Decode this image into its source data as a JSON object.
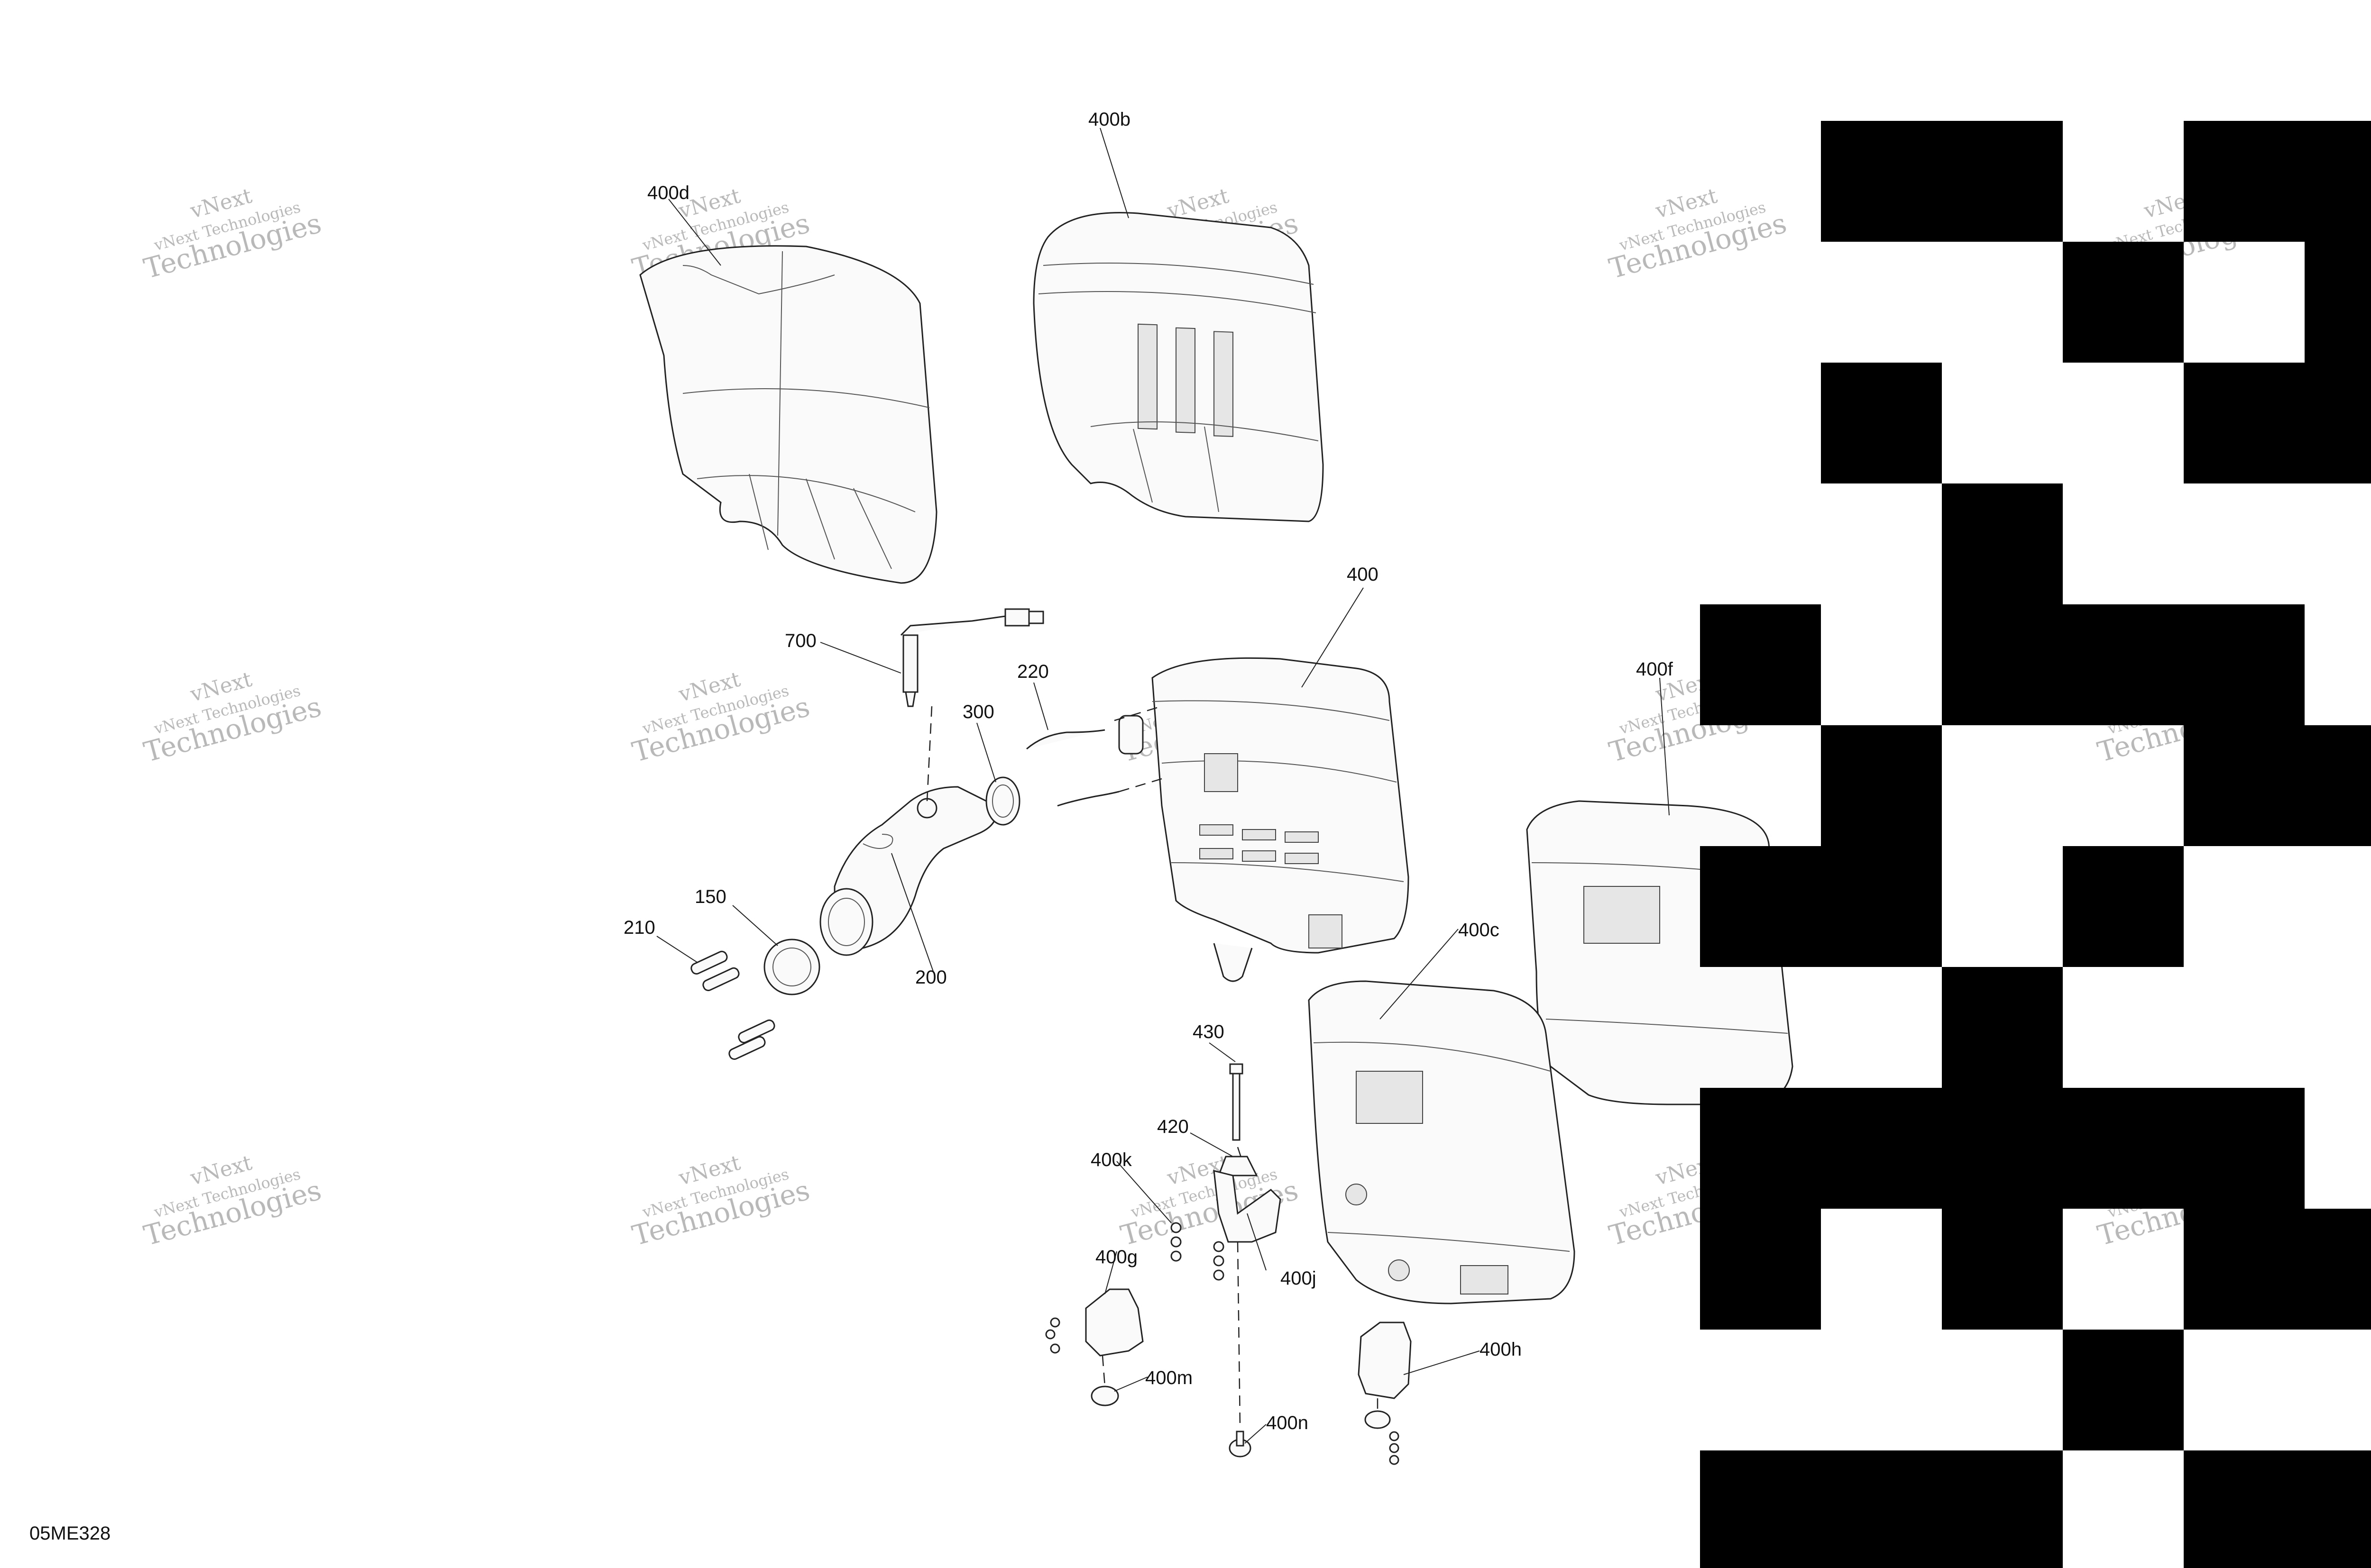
{
  "figure_id": "05ME328",
  "watermark": {
    "line1": "vNext",
    "line2": "vNext Technologies",
    "line3": "Technologies"
  },
  "callouts": [
    {
      "id": "400b",
      "label": "400b"
    },
    {
      "id": "400d",
      "label": "400d"
    },
    {
      "id": "400",
      "label": "400"
    },
    {
      "id": "700",
      "label": "700"
    },
    {
      "id": "220",
      "label": "220"
    },
    {
      "id": "300",
      "label": "300"
    },
    {
      "id": "400f",
      "label": "400f"
    },
    {
      "id": "150",
      "label": "150"
    },
    {
      "id": "210",
      "label": "210"
    },
    {
      "id": "200",
      "label": "200"
    },
    {
      "id": "400c",
      "label": "400c"
    },
    {
      "id": "430",
      "label": "430"
    },
    {
      "id": "420",
      "label": "420"
    },
    {
      "id": "400k",
      "label": "400k"
    },
    {
      "id": "400j",
      "label": "400j"
    },
    {
      "id": "400g",
      "label": "400g"
    },
    {
      "id": "400h",
      "label": "400h"
    },
    {
      "id": "400m",
      "label": "400m"
    },
    {
      "id": "400n",
      "label": "400n"
    }
  ],
  "colors": {
    "line": "#222222",
    "background": "#ffffff",
    "qr": "#000000",
    "watermark": "#9a9a9a"
  }
}
